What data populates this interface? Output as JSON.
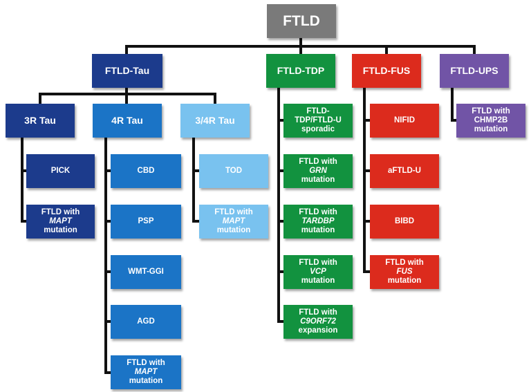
{
  "colors": {
    "root": "#7a7a7a",
    "tau_dark": "#1c3b8c",
    "tau_mid": "#1b74c6",
    "tau_light": "#79c2ef",
    "tdp": "#12923f",
    "fus": "#dc2b1d",
    "ups": "#7154a6"
  },
  "root": {
    "label": "FTLD"
  },
  "l1": {
    "tau": {
      "label": "FTLD-Tau"
    },
    "tdp": {
      "label": "FTLD-TDP"
    },
    "fus": {
      "label": "FTLD-FUS"
    },
    "ups": {
      "label": "FTLD-UPS"
    }
  },
  "tau_sub": {
    "r3": {
      "label": "3R Tau"
    },
    "r4": {
      "label": "4R Tau"
    },
    "r34": {
      "label": "3/4R Tau"
    }
  },
  "leaves": {
    "pick": {
      "label": "PICK"
    },
    "mapt3": {
      "l1": "FTLD with",
      "gene": "MAPT",
      "l3": "mutation"
    },
    "cbd": {
      "label": "CBD"
    },
    "psp": {
      "label": "PSP"
    },
    "wmt": {
      "label": "WMT-GGI"
    },
    "agd": {
      "label": "AGD"
    },
    "mapt4": {
      "l1": "FTLD with",
      "gene": "MAPT",
      "l3": "mutation"
    },
    "tod": {
      "label": "TOD"
    },
    "mapt34": {
      "l1": "FTLD with",
      "gene": "MAPT",
      "l3": "mutation"
    },
    "tdp_sporadic": {
      "l1": "FTLD-",
      "l2": "TDP/FTLD-U",
      "l3": "sporadic"
    },
    "grn": {
      "l1": "FTLD with",
      "gene": "GRN",
      "l3": "mutation"
    },
    "tardbp": {
      "l1": "FTLD with",
      "gene": "TARDBP",
      "l3": "mutation"
    },
    "vcp": {
      "l1": "FTLD with",
      "gene": "VCP",
      "l3": "mutation"
    },
    "c9": {
      "l1": "FTLD with",
      "gene": "C9ORF72",
      "l3": "expansion"
    },
    "nifid": {
      "label": "NIFID"
    },
    "aftld": {
      "label": "aFTLD-U"
    },
    "bibd": {
      "label": "BIBD"
    },
    "fus_mut": {
      "l1": "FTLD with",
      "gene": "FUS",
      "l3": "mutation"
    },
    "chmp2b": {
      "l1": "FTLD with",
      "l2": "CHMP2B",
      "l3": "mutation"
    }
  }
}
